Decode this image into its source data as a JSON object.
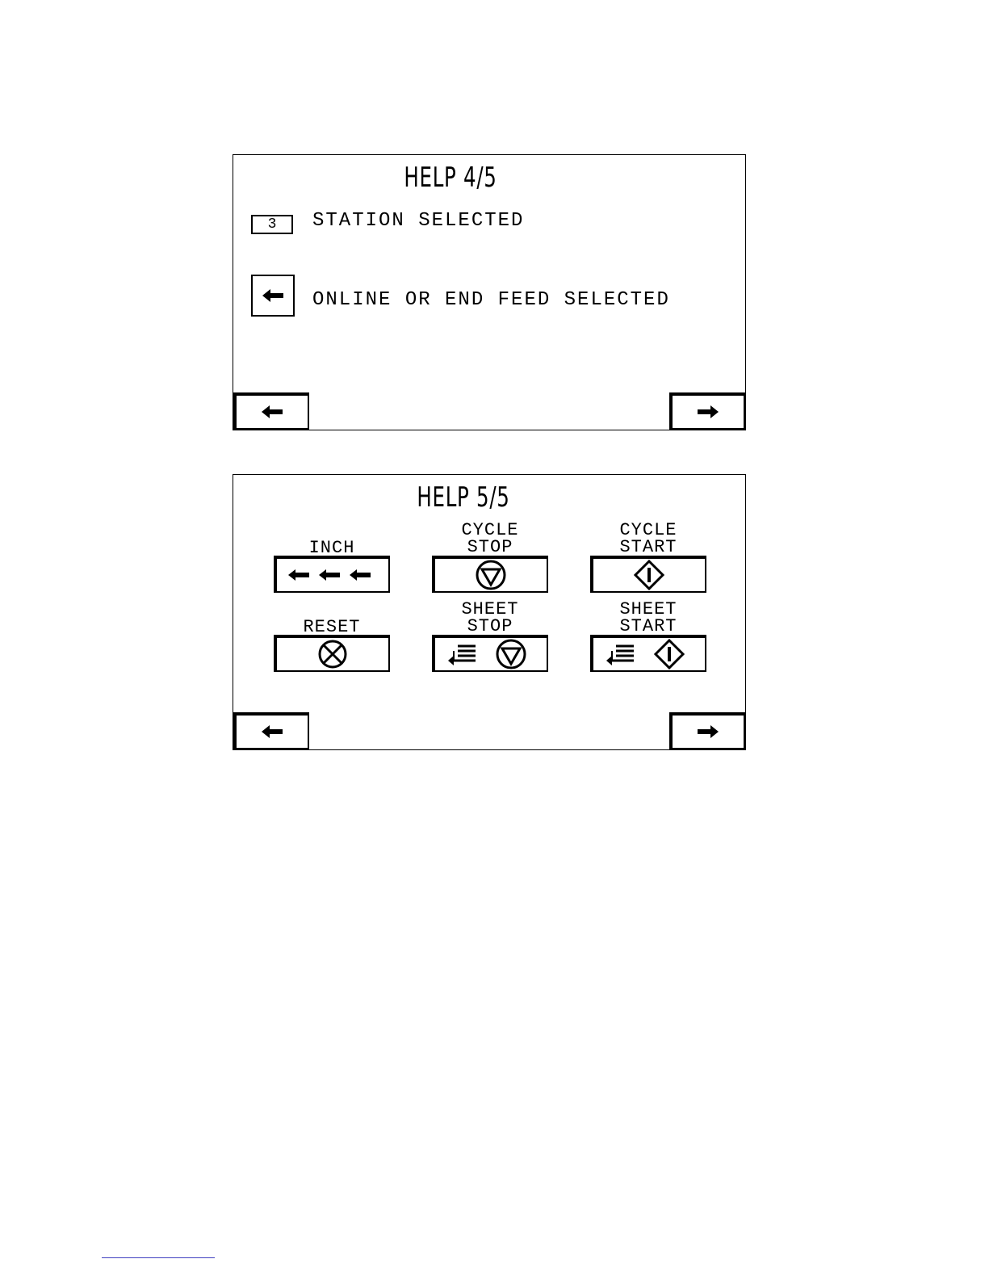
{
  "help4": {
    "title": "HELP 4/5",
    "station_number": "3",
    "station_text": "STATION SELECTED",
    "feed_text": "ONLINE OR END FEED SELECTED"
  },
  "help5": {
    "title": "HELP 5/5",
    "keys": {
      "inch": "INCH",
      "cycle_stop_1": "CYCLE",
      "cycle_stop_2": "STOP",
      "cycle_start_1": "CYCLE",
      "cycle_start_2": "START",
      "reset": "RESET",
      "sheet_stop_1": "SHEET",
      "sheet_stop_2": "STOP",
      "sheet_start_1": "SHEET",
      "sheet_start_2": "START"
    }
  },
  "icons": [
    "left-arrow-icon",
    "right-arrow-icon",
    "stop-icon",
    "start-icon",
    "reset-icon",
    "sheet-feed-icon"
  ]
}
